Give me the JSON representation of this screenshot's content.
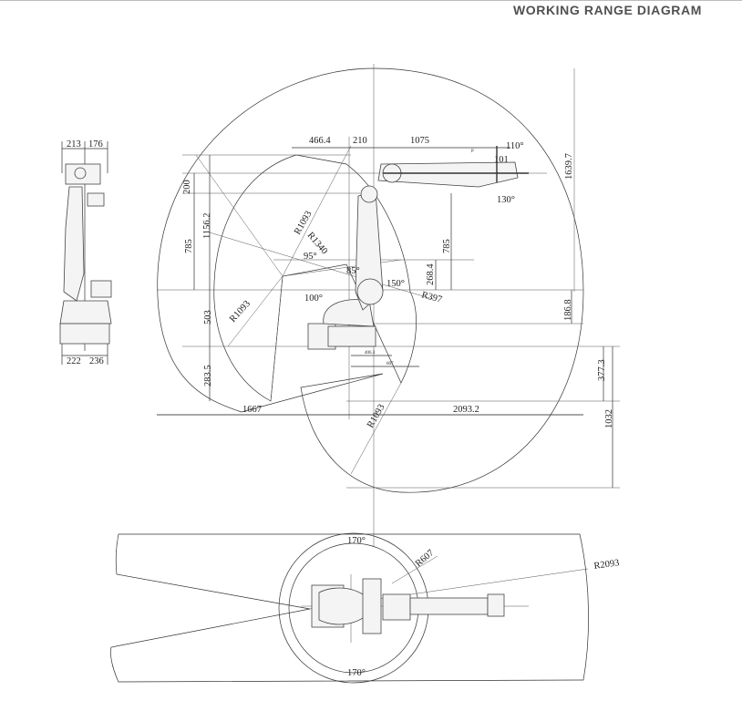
{
  "header": {
    "title": "WORKING RANGE DIAGRAM"
  },
  "side_view": {
    "labels": {
      "d466_4": "466.4",
      "d210": "210",
      "d1075": "1075",
      "a110": "110°",
      "d101": "101",
      "p": "P",
      "a130": "130°",
      "d1639_7": "1639.7",
      "d200": "200",
      "d1156_2": "1156.2",
      "d785_left": "785",
      "r1093_upper": "R1093",
      "r1340": "R1340",
      "a95": "95°",
      "a85": "85°",
      "a100": "100°",
      "a150": "150°",
      "d268_4": "268.4",
      "d785_right": "785",
      "r397": "R397",
      "d186_8": "186.8",
      "d503": "503",
      "r1093_left": "R1093",
      "d283_5": "283.5",
      "d1667": "1667",
      "d406_3": "406.3",
      "d607": "607",
      "r1093_lower": "R1093",
      "d2093_2": "2093.2",
      "d377_3": "377.3",
      "d1032": "1032"
    }
  },
  "front_view": {
    "labels": {
      "d213": "213",
      "d176": "176",
      "d222": "222",
      "d236": "236"
    }
  },
  "top_view": {
    "labels": {
      "a170_top": "170°",
      "r607": "R607",
      "r2093": "R2093",
      "a170_bottom": "170°"
    }
  }
}
